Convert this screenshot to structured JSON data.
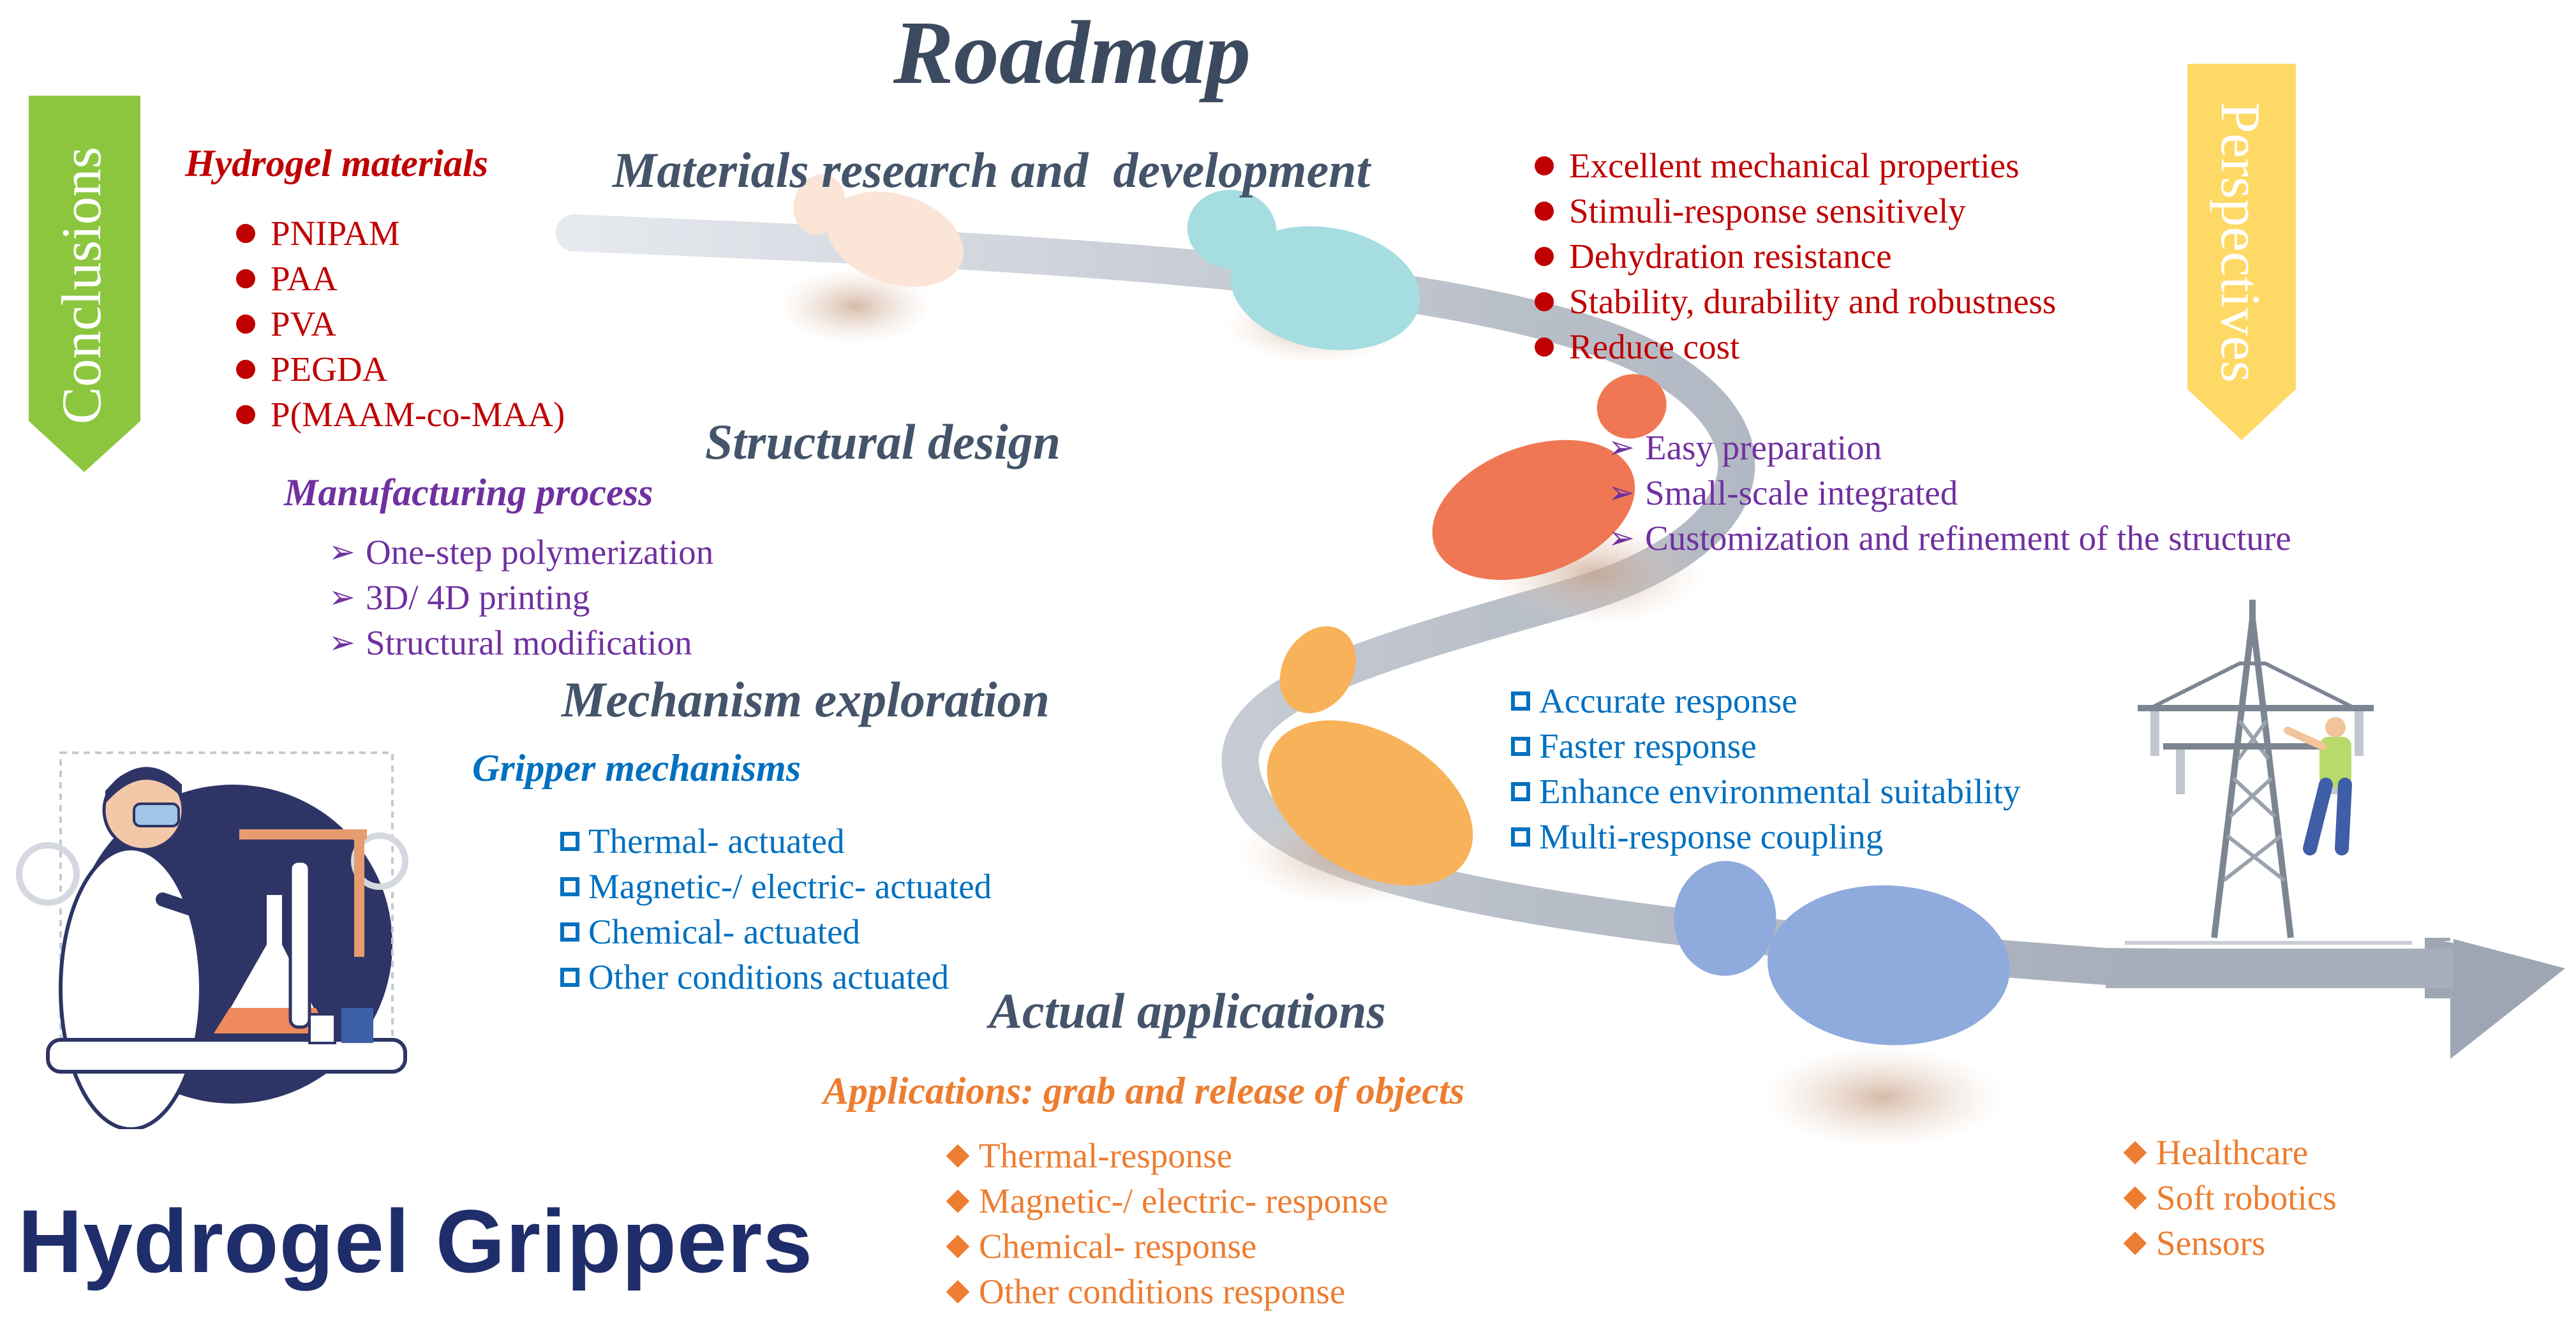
{
  "title": "Roadmap",
  "left_banner": "Conclusions",
  "right_banner": "Perspectives",
  "brand_title": "Hydrogel Grippers",
  "stages": {
    "materials": "Materials research and  development",
    "structural": "Structural design",
    "mechanism": "Mechanism exploration",
    "applications": "Actual applications"
  },
  "conclusions": {
    "materials": {
      "heading": "Hydrogel materials",
      "items": [
        "PNIPAM",
        "PAA",
        "PVA",
        "PEGDA",
        "P(MAAM-co-MAA)"
      ]
    },
    "manufacturing": {
      "heading": "Manufacturing process",
      "items": [
        "One-step polymerization",
        "3D/ 4D printing",
        "Structural modification"
      ]
    },
    "mechanisms": {
      "heading": "Gripper mechanisms",
      "items": [
        "Thermal- actuated",
        "Magnetic-/ electric- actuated",
        "Chemical- actuated",
        "Other conditions actuated"
      ]
    },
    "applications": {
      "heading": "Applications: grab and release of objects",
      "items": [
        "Thermal-response",
        "Magnetic-/ electric- response",
        "Chemical- response",
        "Other conditions response"
      ]
    }
  },
  "perspectives": {
    "materials": [
      "Excellent mechanical properties",
      "Stimuli-response sensitively",
      "Dehydration resistance",
      "Stability, durability and robustness",
      "Reduce cost"
    ],
    "structural": [
      "Easy preparation",
      "Small-scale integrated",
      "Customization and refinement of the structure"
    ],
    "mechanism": [
      "Accurate response",
      "Faster response",
      "Enhance environmental suitability",
      "Multi-response coupling"
    ],
    "applications": [
      "Healthcare",
      "Soft robotics",
      "Sensors"
    ]
  },
  "colors": {
    "banner_green": "#8cc63f",
    "banner_yellow": "#ffd966",
    "footprint_1": "#fbe5d6",
    "footprint_2": "#a5dde0",
    "footprint_3": "#ef7754",
    "footprint_4": "#f8b25a",
    "footprint_5": "#8faadc",
    "road": "#b8bec8"
  }
}
